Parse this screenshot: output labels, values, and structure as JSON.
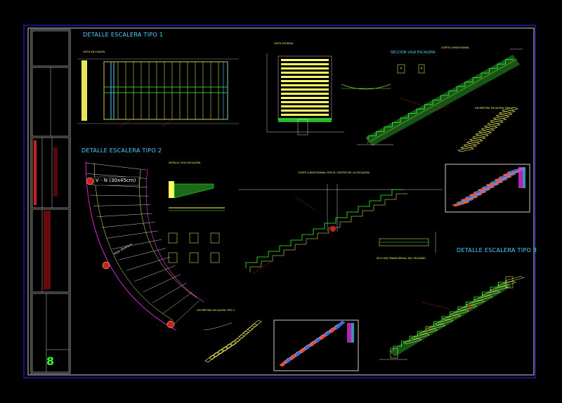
{
  "titles": {
    "tipo1": "DETALLE ESCALERA TIPO 1",
    "tipo2": "DETALLE ESCALERA TIPO 2",
    "tipo3": "DETALLE ESCALERA TIPO 3"
  },
  "captions": {
    "vista_planta": "VISTA EN PLANTA",
    "vista_frontal": "VISTA FRONTAL",
    "seccion_viga": "SECCION VIGA ESCALERA",
    "corte_longitudinal": "CORTE LONGITUDINAL",
    "geometria_tipo1": "GEOMETRIA ESCALERA TIPO 1",
    "detalle_viga": "DETALLE VIGA ESCALERA",
    "corte_centro": "CORTE LONGITUDINAL POR EL CENTRO DE LA ESCALERA",
    "seccion_transversal": "SECCION TRANSVERSAL DEL PELDAÑO",
    "geometria_tipo2": "GEOMETRIA ESCALERA TIPO 2",
    "vn_label": "V - N (30x45cm)",
    "viga_30x45": "VIGA 30x45cm"
  },
  "title_block": {
    "sheet_number": "8"
  },
  "colors": {
    "background": "#000000",
    "border_frame": "#ffffff",
    "outer_frame": "#2a2aff",
    "title_cyan": "#4fd3ff",
    "steps_yellow": "#ffff66",
    "rebar_green": "#33ff33",
    "annotation_red": "#ff3030",
    "magenta": "#ff33ff"
  }
}
